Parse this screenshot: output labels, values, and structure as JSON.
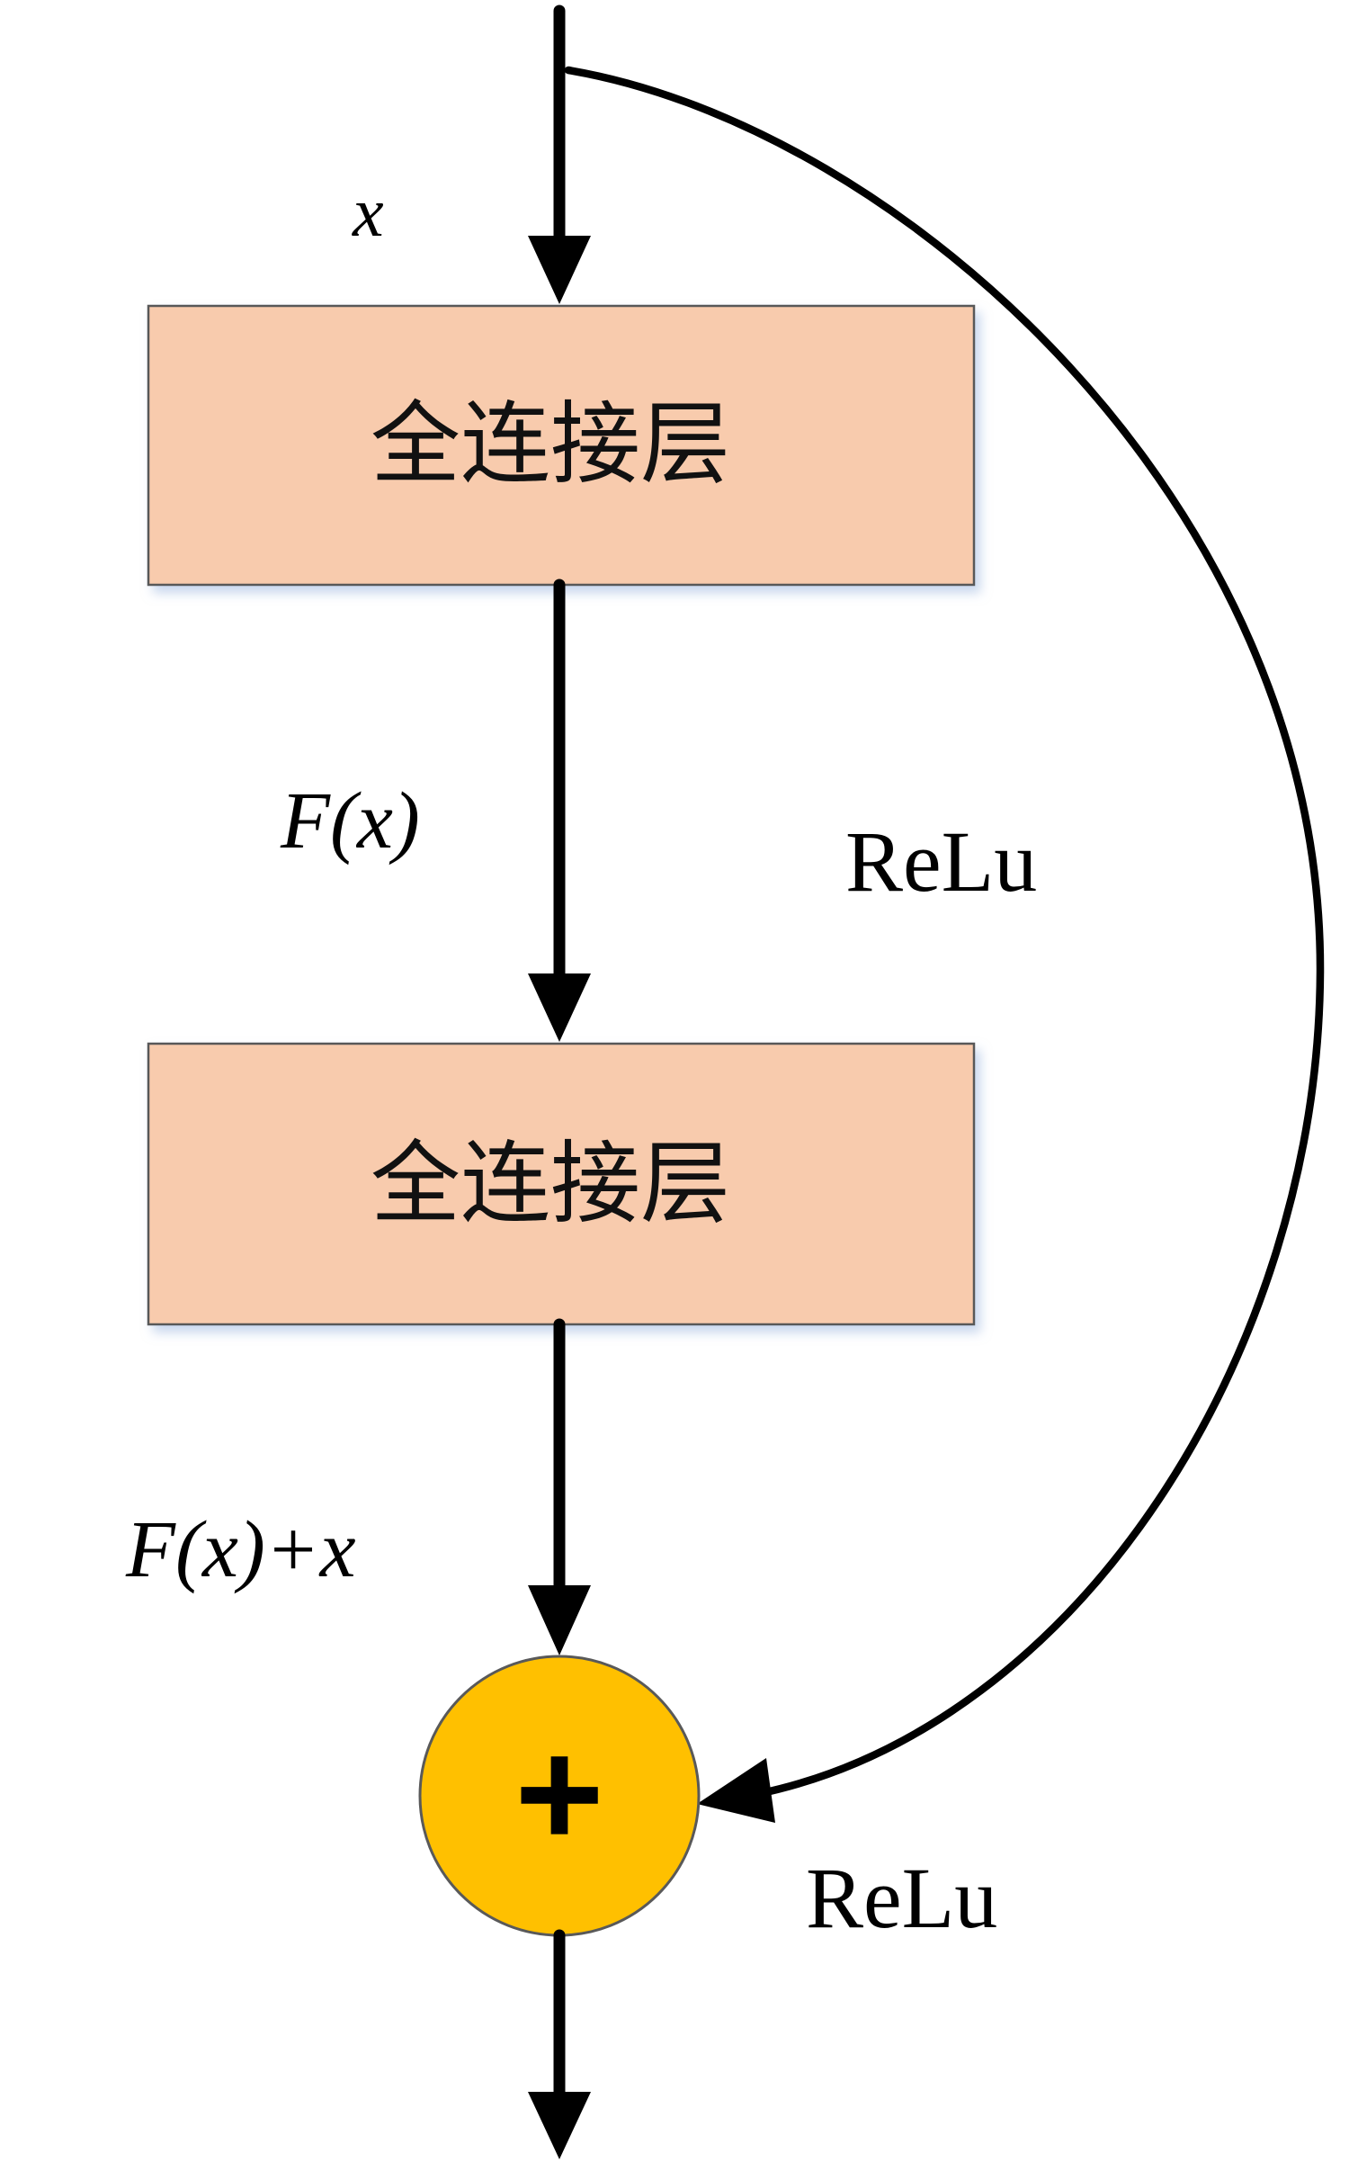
{
  "input_label": "x",
  "layers": [
    {
      "label": "全连接层"
    },
    {
      "label": "全连接层"
    }
  ],
  "intermediate_label": "F(x)",
  "sum_label": "F(x)+x",
  "shortcut_label": "ReLu",
  "output_activation_label": "ReLu",
  "add_symbol": "+",
  "colors": {
    "layer_fill": "#F8CBAD",
    "layer_stroke": "#595959",
    "adder_fill": "#FFC000",
    "arrow": "#000000"
  }
}
